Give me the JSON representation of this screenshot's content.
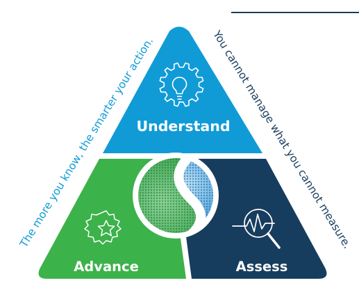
{
  "segments": [
    {
      "id": "understand",
      "label": "Understand",
      "icon": "lightbulb-gear-icon",
      "color": "#109bd7"
    },
    {
      "id": "advance",
      "label": "Advance",
      "icon": "star-badge-icon",
      "color": "#3cb24a"
    },
    {
      "id": "assess",
      "label": "Assess",
      "icon": "magnifier-pulse-icon",
      "color": "#173d5e"
    }
  ],
  "left_caption": {
    "text": "The more you know, the smarter your action.",
    "color": "#109bd7"
  },
  "right_caption": {
    "text": "You cannot manage what you cannot measure.",
    "color": "#173d5e"
  },
  "center_logo": {
    "icon": "s-sphere-logo-icon",
    "colors": [
      "#2eab47",
      "#1a84cf"
    ]
  },
  "colors": {
    "understand": "#109bd7",
    "advance": "#3cb24a",
    "assess": "#173d5e",
    "line": "#173d5e"
  }
}
